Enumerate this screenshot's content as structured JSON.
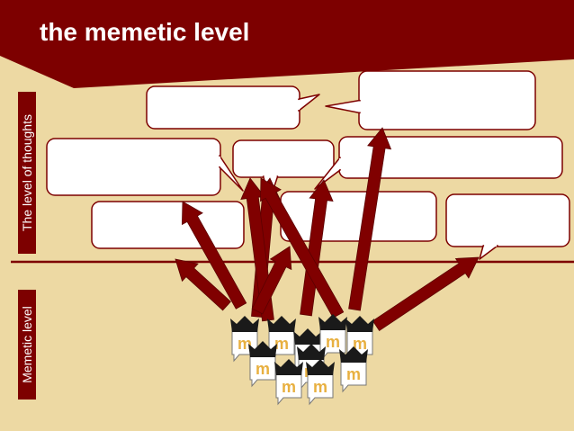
{
  "title": "the memetic level",
  "labels": {
    "thoughts": "The level of thoughts",
    "memetic": "Memetic level"
  },
  "meme_glyph": "m",
  "colors": {
    "background": "#edd9a3",
    "accent": "#7d0000",
    "arrow": "#800000",
    "bubble_border": "#7d0000",
    "bubble_fill": "#ffffff",
    "meme_fill": "#ffffff",
    "meme_letter": "#e8b040",
    "crown": "#1a1a1a"
  },
  "icons": {
    "arrow": "arrow-icon",
    "bubble": "thought-bubble-icon",
    "meme": "meme-icon",
    "crown": "crown-icon"
  }
}
